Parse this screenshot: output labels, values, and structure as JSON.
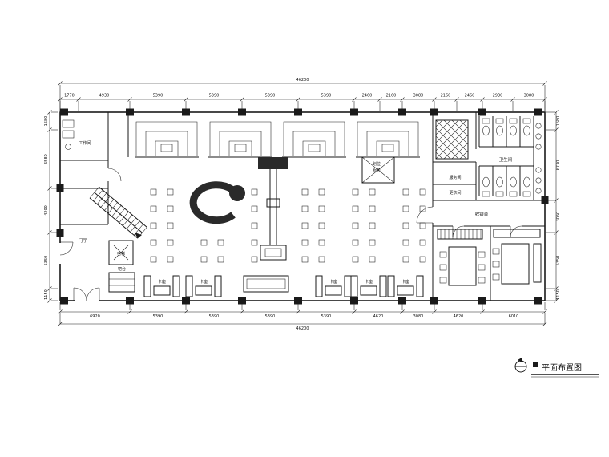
{
  "drawing": {
    "bg": "#ffffff",
    "ink": "#1a1a1a"
  },
  "title_block": {
    "name": "平面布置图"
  },
  "dimensions": {
    "top_overall": "46200",
    "bottom_overall": "46200",
    "top_segments": [
      "1770",
      "4930",
      "5390",
      "5390",
      "5390",
      "5390",
      "2460",
      "2160",
      "3080",
      "2160",
      "2460",
      "2930",
      "3080"
    ],
    "bottom_segments": [
      "6920",
      "5390",
      "5390",
      "5390",
      "5390",
      "4620",
      "3080",
      "4620",
      "6010"
    ],
    "left_segments": [
      "1680",
      "5580",
      "4200",
      "5350",
      "1150"
    ],
    "right_segments": [
      "1680",
      "6730",
      "3060",
      "5350",
      "1150"
    ]
  },
  "labels": {
    "work_room": "工作间",
    "lobby": "门厅",
    "elevator": "电梯",
    "bar": "吧台",
    "service_line1": "划位",
    "service_line2": "服务",
    "restroom": "卫生间",
    "service_room": "服务间",
    "locker": "更衣间",
    "cashier": "收银台",
    "booth": "卡座"
  }
}
